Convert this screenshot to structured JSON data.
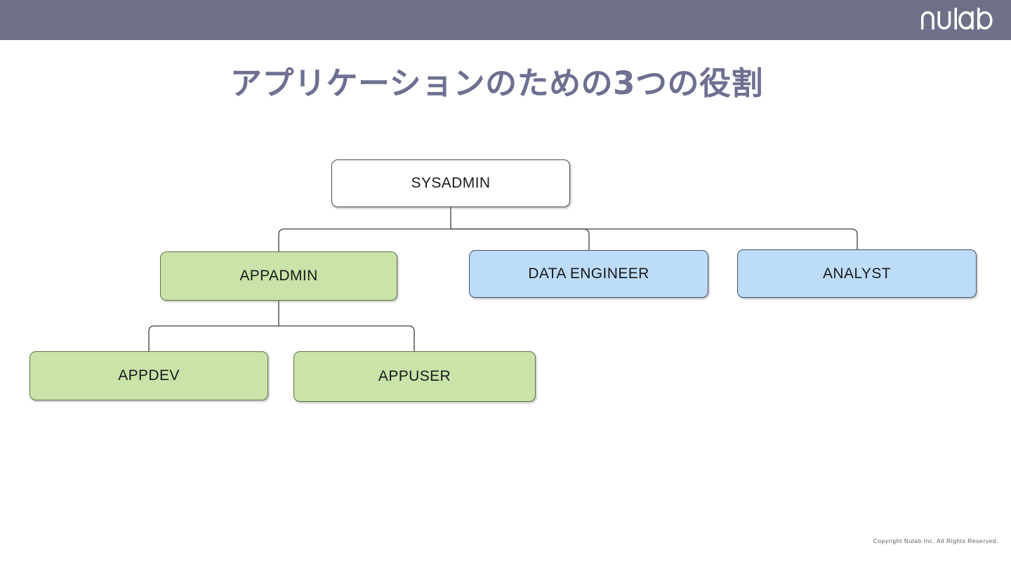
{
  "header": {
    "background_color": "#6f7088",
    "logo_text": "nulab",
    "logo_icon": "nulab-wordmark-logo"
  },
  "slide": {
    "title": "アプリケーションのための3つの役割",
    "title_color": "#6d7090",
    "background_color": "#ffffff"
  },
  "chart_data": {
    "type": "diagram",
    "diagram_kind": "org-chart",
    "title": "アプリケーションのための3つの役割",
    "nodes": [
      {
        "id": "sysadmin",
        "label": "SYSADMIN",
        "fill": "#ffffff",
        "border": "#4c4c4c",
        "level": 0
      },
      {
        "id": "appadmin",
        "label": "APPADMIN",
        "fill": "#c9e3a9",
        "border": "#5d7544",
        "level": 1
      },
      {
        "id": "data-engineer",
        "label": "DATA ENGINEER",
        "fill": "#bcdcf8",
        "border": "#46536b",
        "level": 1
      },
      {
        "id": "analyst",
        "label": "ANALYST",
        "fill": "#bcdcf8",
        "border": "#46536b",
        "level": 1
      },
      {
        "id": "appdev",
        "label": "APPDEV",
        "fill": "#c9e3a9",
        "border": "#5d7544",
        "level": 2
      },
      {
        "id": "appuser",
        "label": "APPUSER",
        "fill": "#c9e3a9",
        "border": "#5d7544",
        "level": 2
      }
    ],
    "edges": [
      {
        "from": "sysadmin",
        "to": "appadmin"
      },
      {
        "from": "sysadmin",
        "to": "data-engineer"
      },
      {
        "from": "sysadmin",
        "to": "analyst"
      },
      {
        "from": "appadmin",
        "to": "appdev"
      },
      {
        "from": "appadmin",
        "to": "appuser"
      }
    ]
  },
  "footer": {
    "copyright": "Copyright Nulab Inc. All Rights Reserved."
  }
}
